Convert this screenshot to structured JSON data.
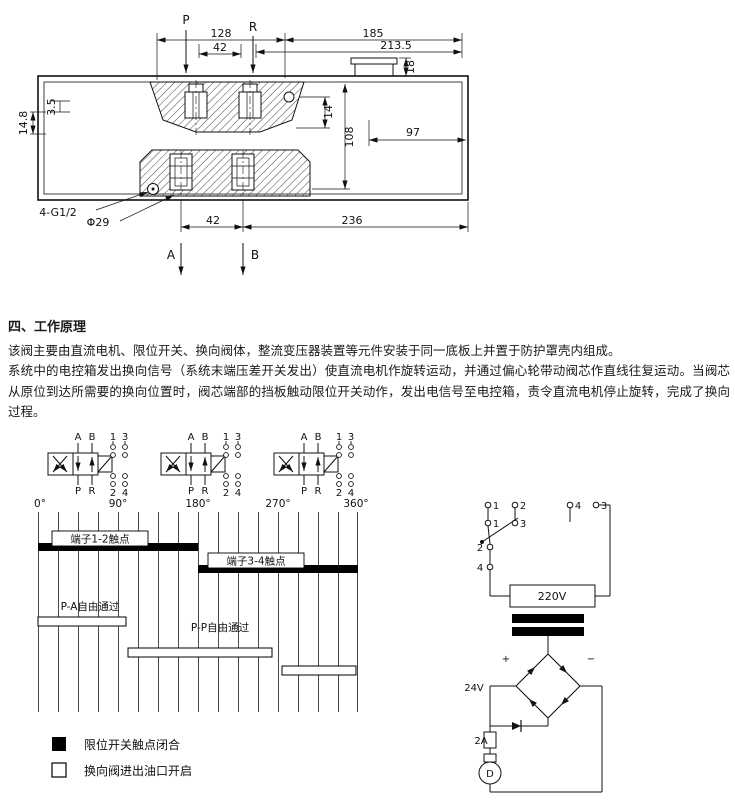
{
  "drawing": {
    "port_p": "P",
    "port_r": "R",
    "port_a": "A",
    "port_b": "B",
    "dim_128": "128",
    "dim_42_top": "42",
    "dim_185": "185",
    "dim_213_5": "213.5",
    "dim_18": "18",
    "dim_97": "97",
    "dim_108": "108",
    "dim_14": "14",
    "dim_14_8": "14.8",
    "dim_3_5": "3.5",
    "dim_42_bottom": "42",
    "dim_236": "236",
    "thread_note": "4-G1/2",
    "bore_note": "Φ29"
  },
  "principle": {
    "title": "四、工作原理",
    "para1": "该阀主要由直流电机、限位开关、换向阀体，整流变压器装置等元件安装于同一底板上并置于防护罩壳内组成。",
    "para2": "系统中的电控箱发出换向信号（系统末端压差开关发出）使直流电机作旋转运动，并通过偏心轮带动阀芯作直线往复运动。当阀芯从原位到达所需要的换向位置时，阀芯端部的挡板触动限位开关动作，发出电信号至电控箱，责令直流电机停止旋转，完成了换向过程。"
  },
  "timing": {
    "valve": {
      "port_a": "A",
      "port_b": "B",
      "port_p": "P",
      "port_r": "R",
      "c1": "1",
      "c2": "2",
      "c3": "3",
      "c4": "4"
    },
    "angle_ticks": [
      "0°",
      "90°",
      "180°",
      "270°",
      "360°"
    ],
    "bars": [
      {
        "label": "端子1-2触点",
        "style": "filled"
      },
      {
        "label": "端子3-4触点",
        "style": "filled"
      },
      {
        "label": "P-A自由通过",
        "style": "open"
      },
      {
        "label": "P-P自由通过",
        "style": "open"
      }
    ],
    "legend": [
      {
        "label": "限位开关触点闭合",
        "swatch": "filled"
      },
      {
        "label": "换向阀进出油口开启",
        "swatch": "open"
      }
    ]
  },
  "circuit": {
    "terminals_row1": [
      "1",
      "2",
      "4",
      "3"
    ],
    "terminals_row2": [
      "1",
      "3"
    ],
    "terminals_left": [
      "2",
      "4"
    ],
    "transformer_primary": "220V",
    "secondary_voltage": "24V",
    "fuse_rating": "2A",
    "motor_label": "D",
    "plus": "+",
    "minus": "−"
  }
}
